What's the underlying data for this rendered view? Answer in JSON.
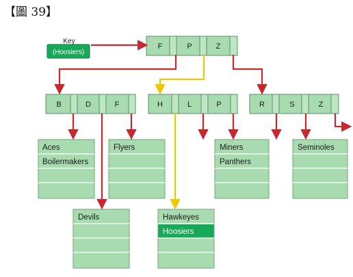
{
  "figure": {
    "title": "【圖 39】"
  },
  "search_key": {
    "label": "Key",
    "value": "(Hoosiers)"
  },
  "root": {
    "keys": [
      "F",
      "P",
      "Z"
    ]
  },
  "internal_nodes": [
    {
      "keys": [
        "B",
        "D",
        "F"
      ]
    },
    {
      "keys": [
        "H",
        "L",
        "P"
      ]
    },
    {
      "keys": [
        "R",
        "S",
        "Z"
      ]
    }
  ],
  "leaves": [
    {
      "records": [
        "Aces",
        "Boilermakers"
      ]
    },
    {
      "records": [
        "Flyers"
      ]
    },
    {
      "records": [
        "Miners",
        "Panthers"
      ]
    },
    {
      "records": [
        "Seminoles"
      ]
    },
    {
      "records": [
        "Devils"
      ]
    },
    {
      "records": [
        "Hawkeyes",
        "Hoosiers"
      ],
      "highlighted": "Hoosiers"
    }
  ],
  "colors": {
    "node_fill": "#a8dcb0",
    "highlight": "#18a85a",
    "pointer_line": "#c8282e",
    "search_path": "#f0c800"
  }
}
